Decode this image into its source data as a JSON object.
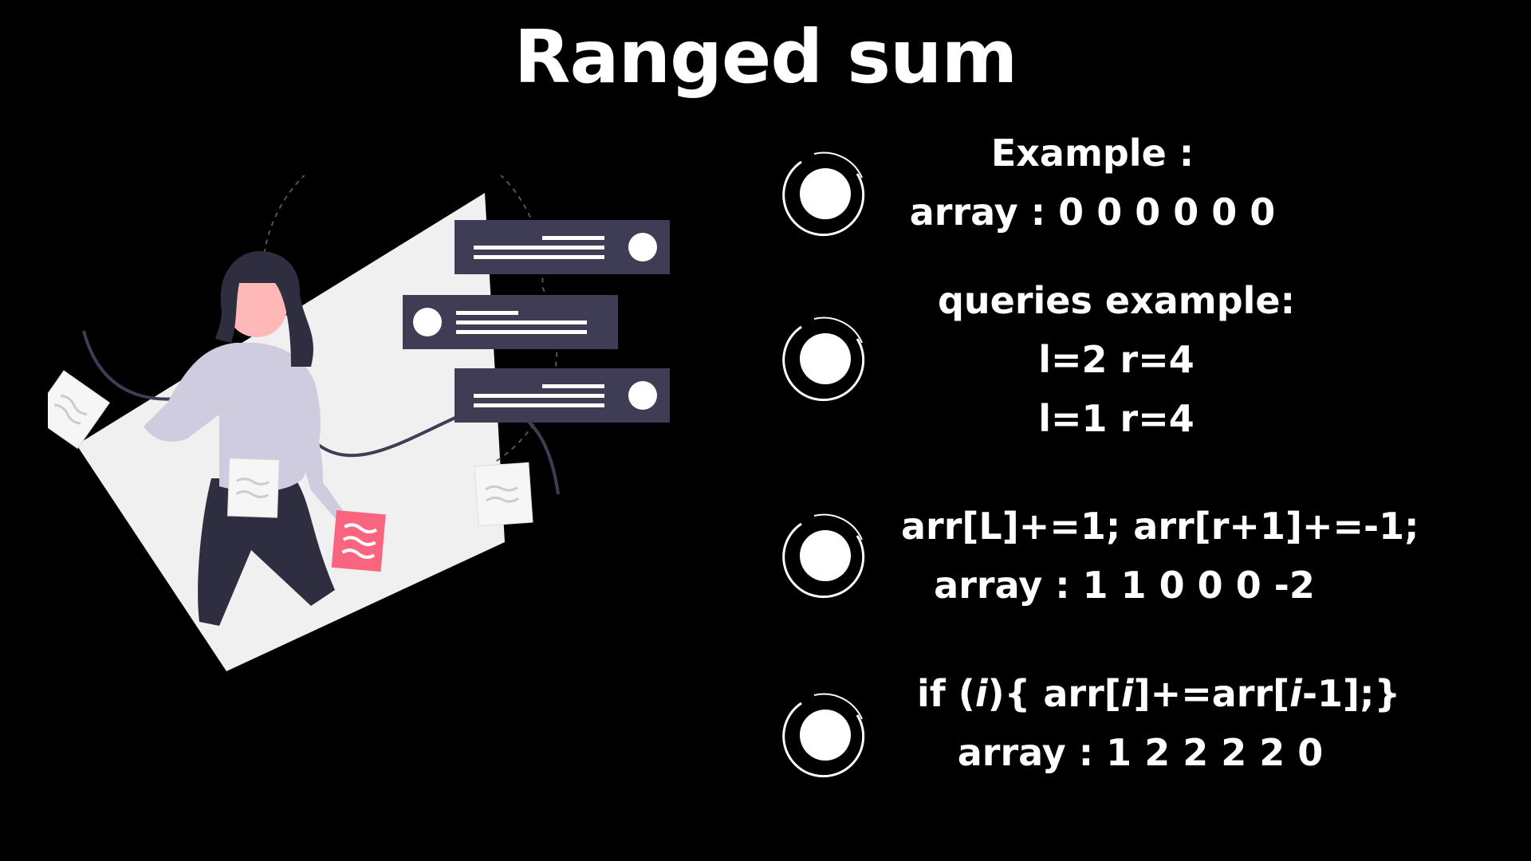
{
  "title": "Ranged sum",
  "colors": {
    "background": "#000000",
    "text": "#ffffff",
    "panel": "#f0f0f0",
    "card": "#3f3d56",
    "shirt": "#cfcce0",
    "accent": "#f9657f",
    "skin": "#ffb8b8",
    "hair": "#2f2e41"
  },
  "icons": {
    "bullet": "circle-target-icon",
    "illustration": "woman-with-notes-illustration"
  },
  "sections": [
    {
      "lines": [
        "Example :",
        "array : 0 0 0 0 0 0"
      ]
    },
    {
      "lines": [
        "queries example:",
        "l=2 r=4",
        "l=1 r=4"
      ]
    },
    {
      "lines": [
        "arr[L]+=1; arr[r+1]+=-1;",
        "array : 1 1 0 0 0 -2"
      ]
    },
    {
      "code_parts": [
        "if (",
        "i",
        "){ arr[",
        "i",
        "]+=arr[",
        "i",
        "-1];}"
      ],
      "lines": [
        "array : 1 2 2 2 2 0"
      ]
    }
  ]
}
